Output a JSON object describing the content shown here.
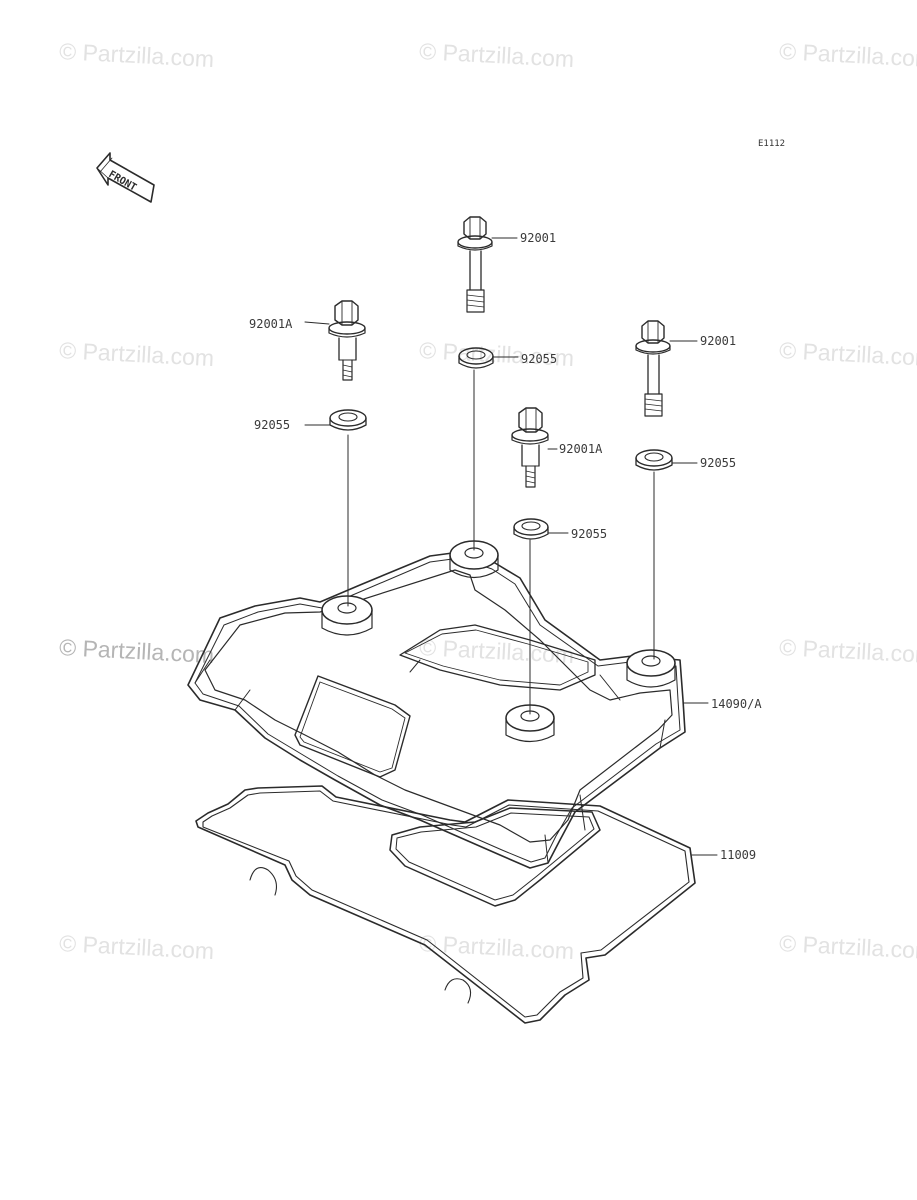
{
  "diagram_code": "E1112",
  "front_label": "FRONT",
  "watermark_text": "© Partzilla.com",
  "parts": [
    {
      "id": "bolt-top-center",
      "number": "92001"
    },
    {
      "id": "bolt-left",
      "number": "92001A"
    },
    {
      "id": "bolt-right",
      "number": "92001"
    },
    {
      "id": "washer-top-center",
      "number": "92055"
    },
    {
      "id": "washer-left",
      "number": "92055"
    },
    {
      "id": "bolt-center-short",
      "number": "92001A"
    },
    {
      "id": "washer-right",
      "number": "92055"
    },
    {
      "id": "washer-center",
      "number": "92055"
    },
    {
      "id": "cylinder-head-cover",
      "number": "14090/A"
    },
    {
      "id": "gasket",
      "number": "11009"
    }
  ],
  "colors": {
    "line": "#2b2b2b",
    "watermark": "#e2e2e2",
    "label": "#3a3a3a"
  }
}
